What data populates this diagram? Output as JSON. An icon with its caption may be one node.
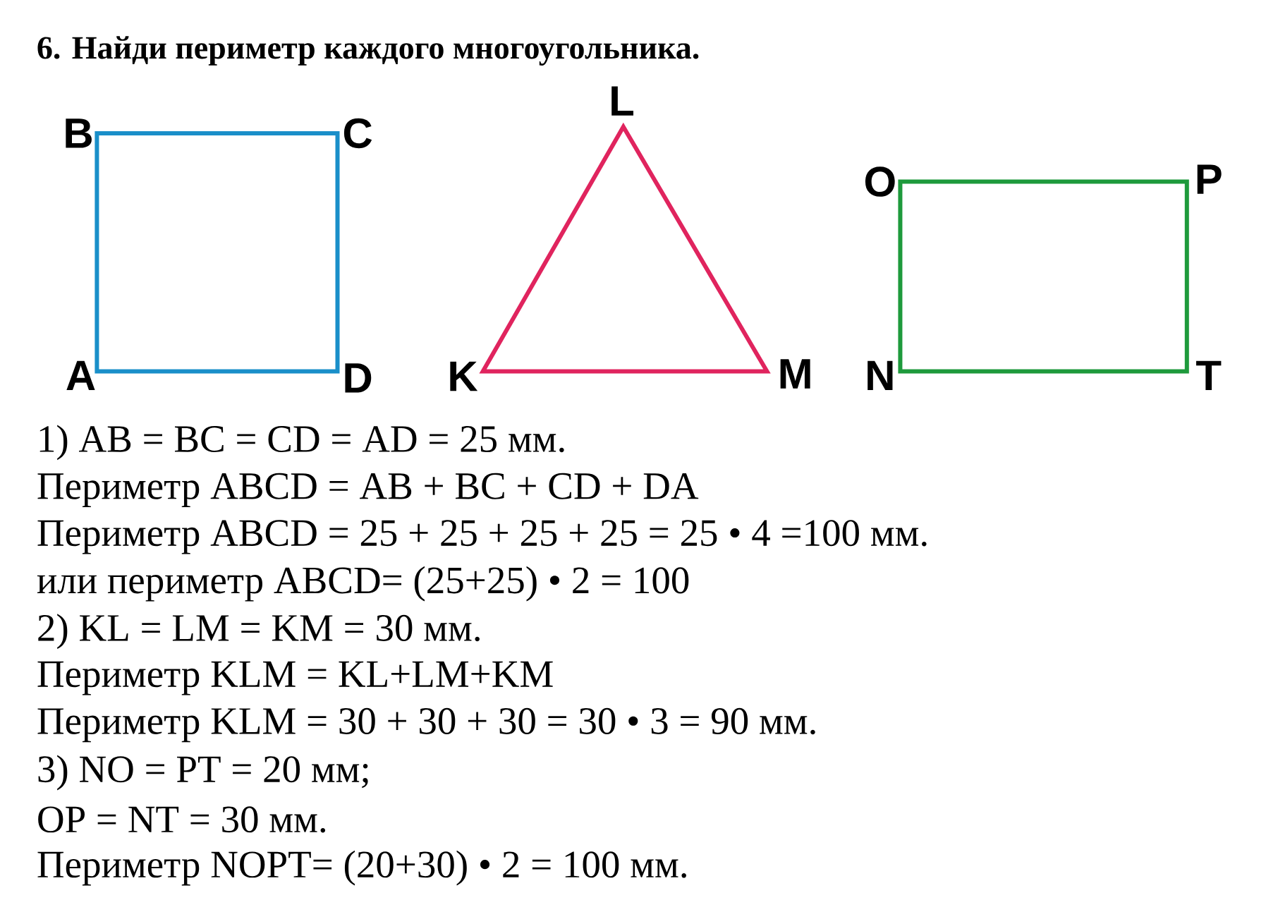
{
  "diagram": {
    "title": "6. Найди периметр каждого многоугольника.",
    "labels": [
      "B",
      "C",
      "A",
      "D",
      "L",
      "K",
      "M",
      "O",
      "P",
      "N",
      "T",
      "1) AB = BC = CD = AD = 25 мм.",
      "Периметр ABCD = AB + BC + CD + DA",
      "Периметр ABCD = 25 + 25 + 25 + 25 = 25 • 4 =100 мм.",
      "или периметр ABCD= (25+25) • 2 = 100",
      "2) KL = LM = KM = 30 мм.",
      "Периметр KLM = KL+LM+KM",
      "Периметр KLM = 30 + 30 + 30 = 30 • 3 = 90 мм.",
      "3) NO = PT = 20 мм;",
      "OP = NT = 30 мм.",
      "Периметр NOPT= (20+30) • 2 = 100 мм."
    ]
  }
}
